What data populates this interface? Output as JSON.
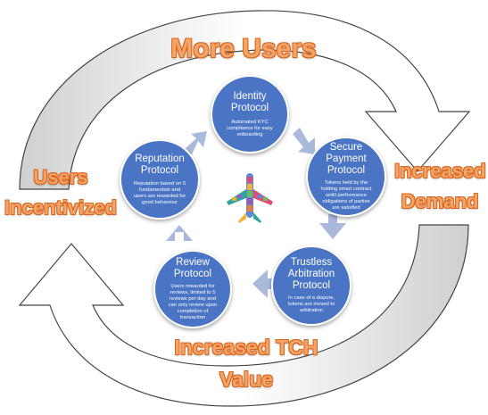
{
  "labels": {
    "top": "More Users",
    "right_1": "Increased",
    "right_2": "Demand",
    "left_1": "Users",
    "left_2": "Incentivized",
    "bottom_1": "Increased TCH",
    "bottom_2": "Value"
  },
  "nodes": [
    {
      "key": "identity",
      "title_1": "Identity",
      "title_2": "Protocol",
      "desc_1": "Automated KYC",
      "desc_2": "compliance for easy",
      "desc_3": "onboarding"
    },
    {
      "key": "payment",
      "title_1": "Secure",
      "title_2": "Payment",
      "title_3": "Protocol",
      "desc_1": "Tokens held by the",
      "desc_2": "holding smart contract",
      "desc_3": "untill performance",
      "desc_4": "obligations of parties",
      "desc_5": "are satisfied"
    },
    {
      "key": "arbitration",
      "title_1": "Trustless",
      "title_2": "Arbitration",
      "title_3": "Protocol",
      "desc_1": "In case of a dispute,",
      "desc_2": "tokens are moved to",
      "desc_3": "arbitration"
    },
    {
      "key": "review",
      "title_1": "Review",
      "title_2": "Protocol",
      "desc_1": "Users rewarded for",
      "desc_2": "reviews, limited to 5",
      "desc_3": "reviews per day and",
      "desc_4": "can only review upon",
      "desc_5": "completion of",
      "desc_6": "transaction"
    },
    {
      "key": "reputation",
      "title_1": "Reputation",
      "title_2": "Protocol",
      "desc_1": "Reputation based on 5",
      "desc_2": "fundamentals and",
      "desc_3": "users are rewarded for",
      "desc_4": "good behaviour"
    }
  ],
  "colors": {
    "node_fill": "#4a74c4",
    "small_arrow": "#a9b9db",
    "label_fill": "#f5a467",
    "label_outline": "#d9661f",
    "big_arrow_fill": "#d5d5d5",
    "big_arrow_stroke": "#444444"
  },
  "icons": {
    "center": "airplane-mosaic-icon"
  }
}
